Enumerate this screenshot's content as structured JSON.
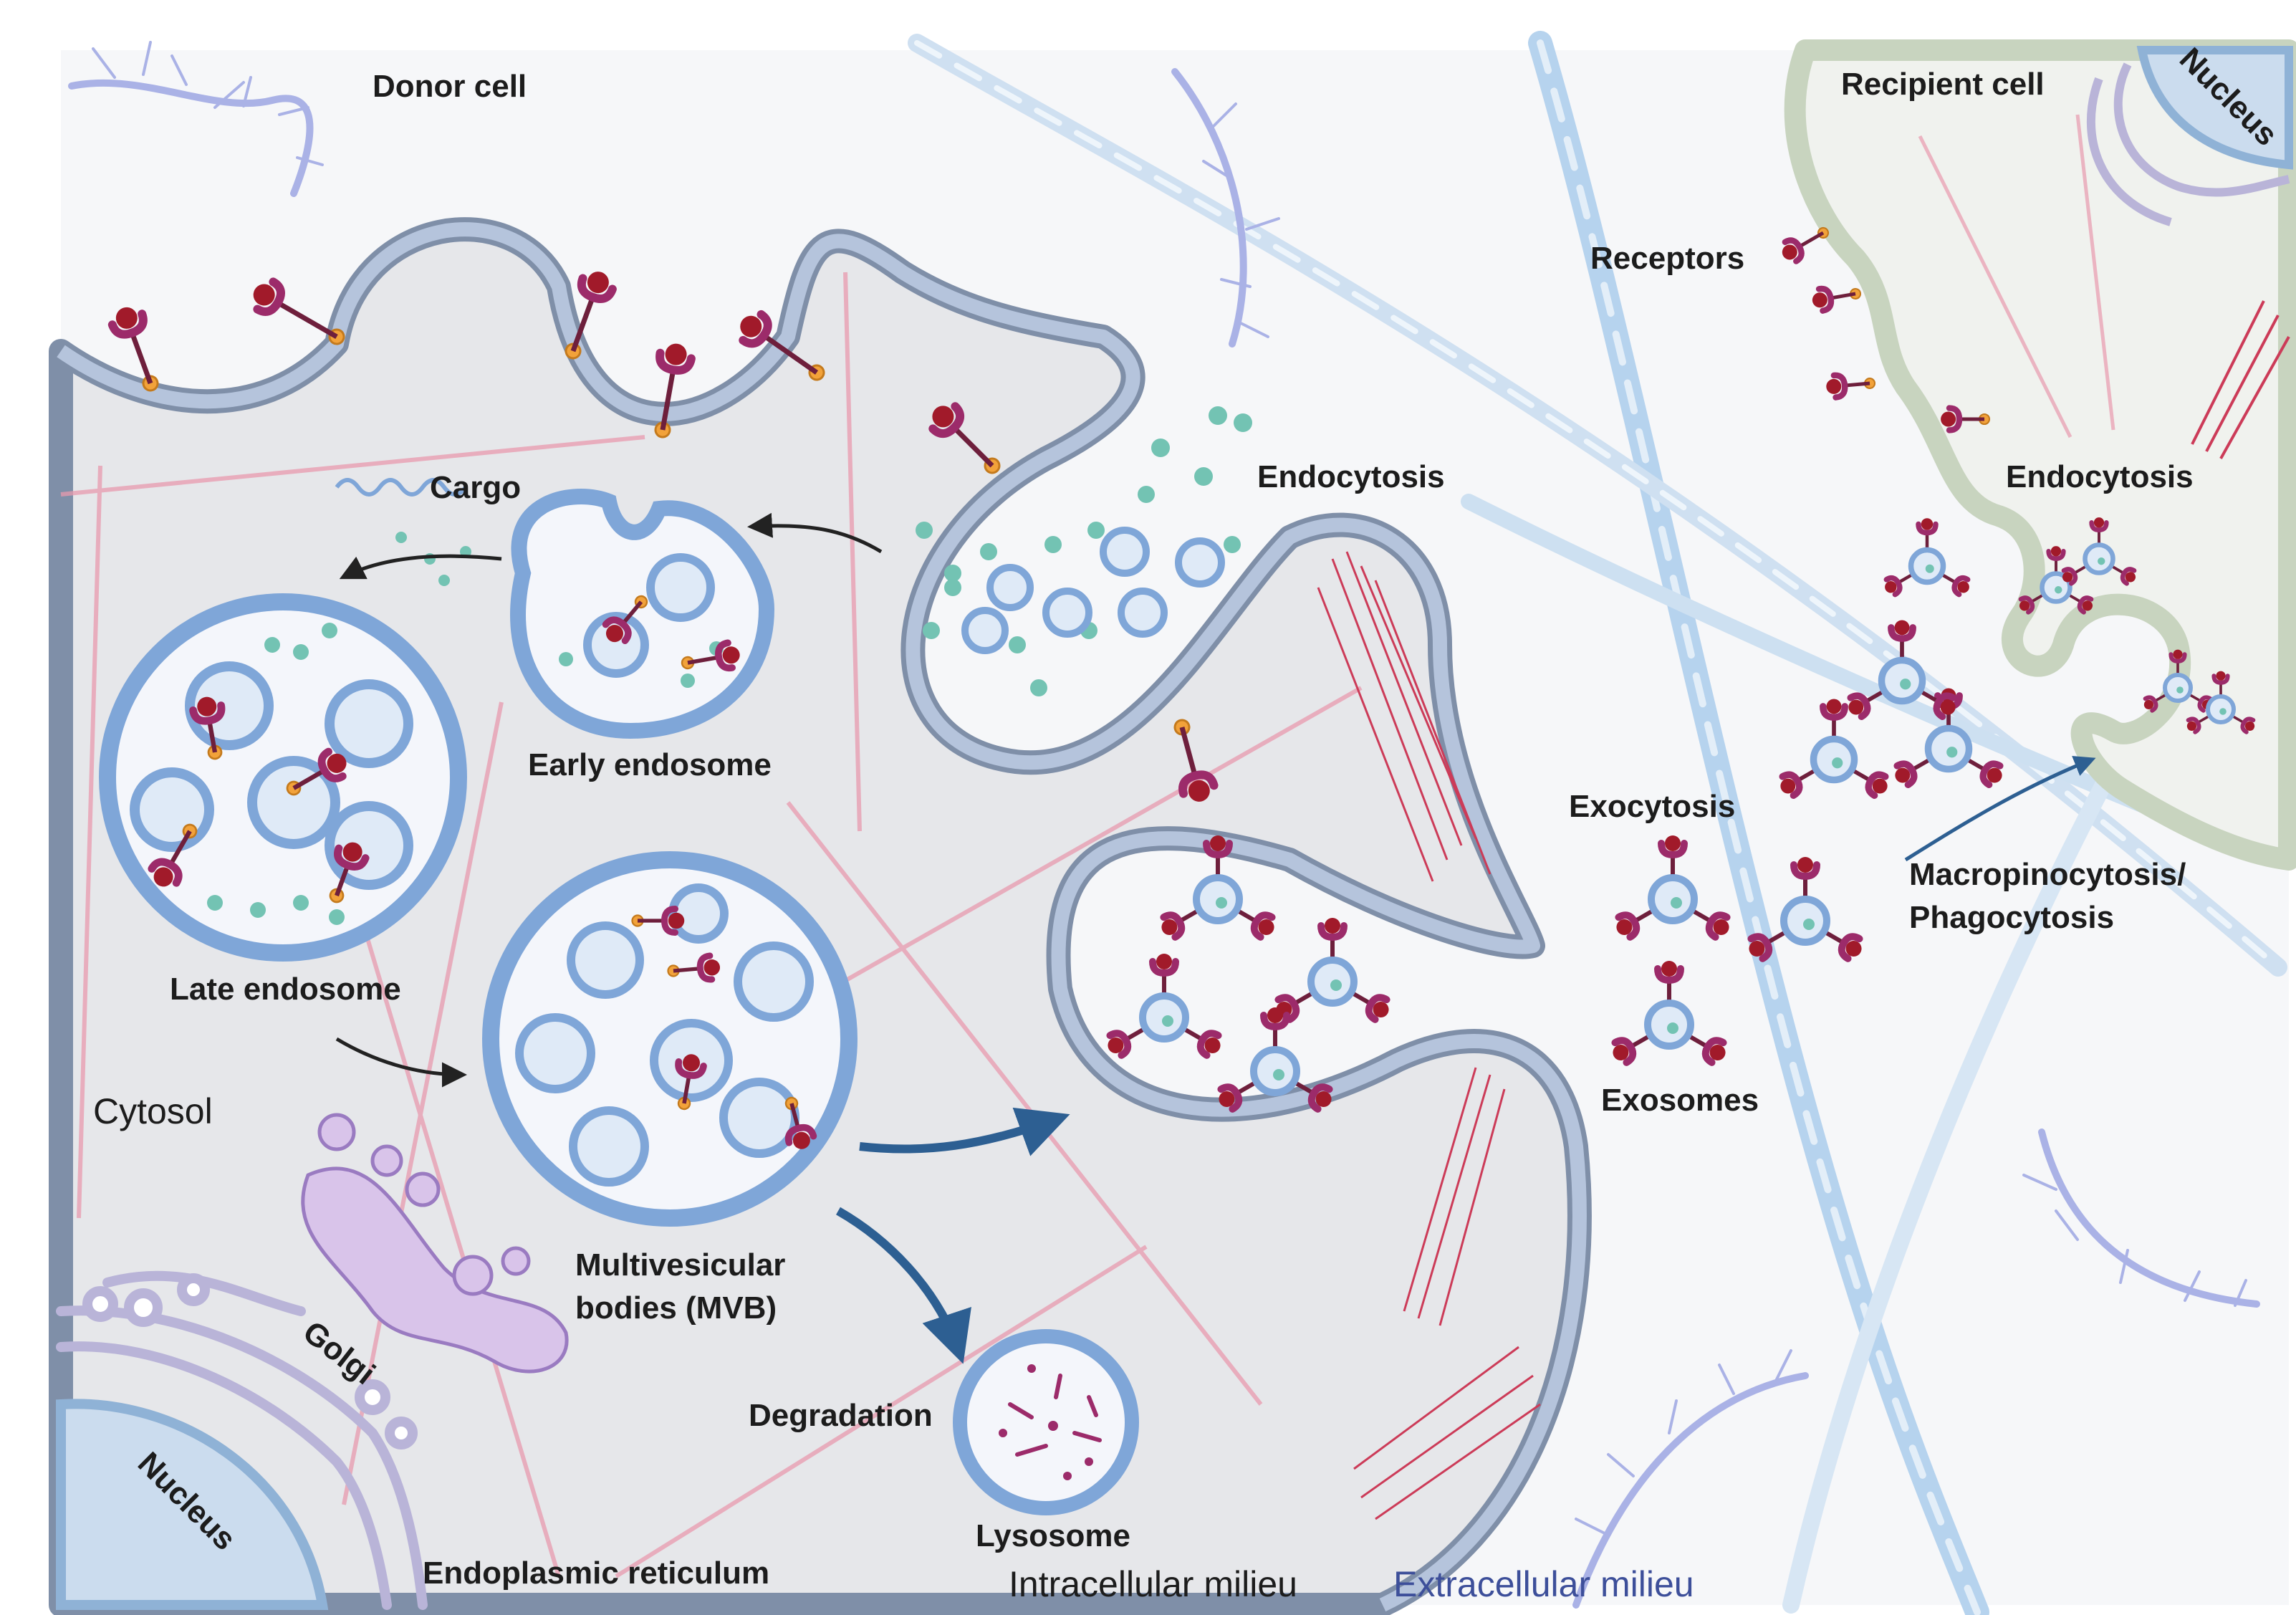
{
  "labels": {
    "donor_cell": "Donor cell",
    "recipient_cell": "Recipient cell",
    "nucleus_recipient": "Nucleus",
    "receptors": "Receptors",
    "cargo": "Cargo",
    "endocytosis_donor": "Endocytosis",
    "endocytosis_recipient": "Endocytosis",
    "early_endosome": "Early endosome",
    "late_endosome": "Late endosome",
    "cytosol": "Cytosol",
    "mvb_line1": "Multivesicular",
    "mvb_line2": "bodies (MVB)",
    "golgi": "Golgi",
    "nucleus_donor": "Nucleus",
    "degradation": "Degradation",
    "lysosome": "Lysosome",
    "endoplasmic_reticulum": "Endoplasmic reticulum",
    "intracellular_milieu": "Intracellular milieu",
    "extracellular_milieu": "Extracellular milieu",
    "exocytosis": "Exocytosis",
    "exosomes": "Exosomes",
    "macro_line1": "Macropinocytosis/",
    "macro_line2": "Phagocytosis"
  },
  "colors": {
    "cytosol": "#e6e7ea",
    "membrane_fill": "#b5c4dc",
    "membrane_edge": "#7f8fa8",
    "recipient_membrane": "#c8d4bf",
    "vesicle_fill": "#dfeaf7",
    "vesicle_edge": "#7fa6d8",
    "cargo_dot": "#73c3b3",
    "receptor": "#9c2b6a",
    "ligand": "#a11a2a",
    "anchor": "#f2a23a",
    "filament_pink": "#e89aae",
    "filament_red": "#cc3b58",
    "helix_blue": "#9cc6e6",
    "arrow_blue": "#2d5f92"
  }
}
